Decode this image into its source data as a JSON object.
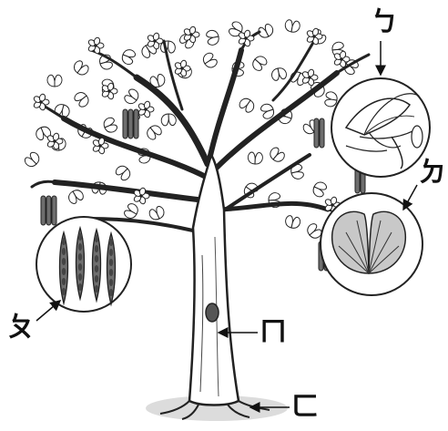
{
  "labels": {
    "flower": "ㄅ",
    "leaf": "ㄉ",
    "pod": "ㄆ",
    "trunk": "ㄇ",
    "root": "ㄈ"
  },
  "colors": {
    "line": "#222222",
    "leaf_fill": "#ffffff",
    "leaf_detail_fill": "#c8c8c8",
    "pod_fill": "#6e6e6e",
    "ground": "#d9d9d9"
  }
}
